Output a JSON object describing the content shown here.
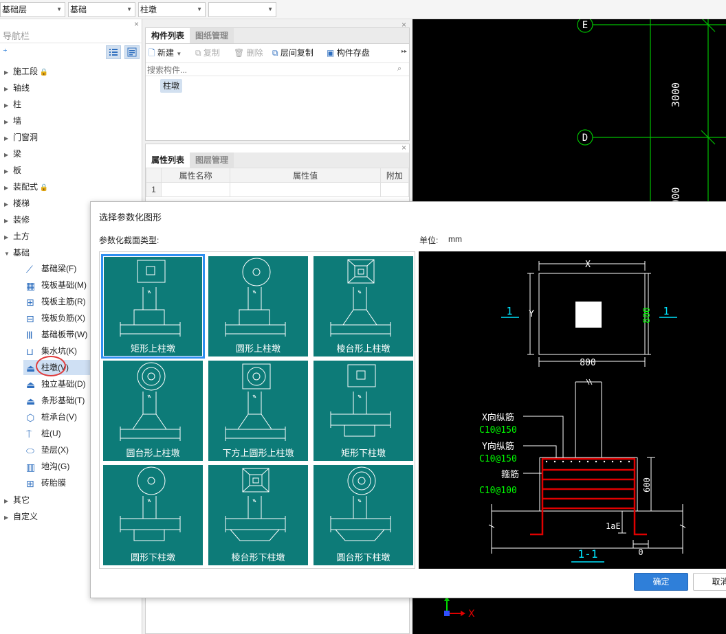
{
  "top_selects": [
    {
      "value": "基础层"
    },
    {
      "value": "基础"
    },
    {
      "value": "柱墩"
    },
    {
      "value": ""
    }
  ],
  "nav": {
    "title": "导航栏",
    "close": "×",
    "items": [
      {
        "label": "施工段",
        "locked": true
      },
      {
        "label": "轴线"
      },
      {
        "label": "柱"
      },
      {
        "label": "墙"
      },
      {
        "label": "门窗洞"
      },
      {
        "label": "梁"
      },
      {
        "label": "板"
      },
      {
        "label": "装配式",
        "locked": true
      },
      {
        "label": "楼梯"
      },
      {
        "label": "装修"
      },
      {
        "label": "土方"
      },
      {
        "label": "基础",
        "expanded": true
      }
    ],
    "foundation_children": [
      {
        "label": "基础梁(F)",
        "icon": "beam-icon"
      },
      {
        "label": "筏板基础(M)",
        "icon": "raft-icon"
      },
      {
        "label": "筏板主筋(R)",
        "icon": "raft-main-rebar-icon"
      },
      {
        "label": "筏板负筋(X)",
        "icon": "raft-neg-rebar-icon"
      },
      {
        "label": "基础板带(W)",
        "icon": "slab-strip-icon"
      },
      {
        "label": "集水坑(K)",
        "icon": "sump-icon"
      },
      {
        "label": "柱墩(V)",
        "icon": "pier-icon",
        "selected": true
      },
      {
        "label": "独立基础(D)",
        "icon": "isolated-footing-icon"
      },
      {
        "label": "条形基础(T)",
        "icon": "strip-footing-icon"
      },
      {
        "label": "桩承台(V)",
        "icon": "pile-cap-icon"
      },
      {
        "label": "桩(U)",
        "icon": "pile-icon"
      },
      {
        "label": "垫层(X)",
        "icon": "cushion-icon"
      },
      {
        "label": "地沟(G)",
        "icon": "trench-icon"
      },
      {
        "label": "砖胎膜",
        "icon": "brick-form-icon"
      }
    ],
    "tail_items": [
      {
        "label": "其它"
      },
      {
        "label": "自定义"
      }
    ]
  },
  "component_panel": {
    "tabs": [
      "构件列表",
      "图纸管理"
    ],
    "toolbar": {
      "new": "新建",
      "copy": "复制",
      "delete": "删除",
      "floor_copy": "层间复制",
      "save": "构件存盘",
      "more": "▸▸"
    },
    "search_placeholder": "搜索构件...",
    "items": [
      "柱墩"
    ]
  },
  "property_panel": {
    "tabs": [
      "属性列表",
      "图层管理"
    ],
    "headers": [
      "属性名称",
      "属性值",
      "附加"
    ],
    "rows": [
      [
        "1",
        "",
        "",
        ""
      ]
    ]
  },
  "cad": {
    "axis_labels": [
      "E",
      "D"
    ],
    "dimensions": [
      "3000",
      "000"
    ],
    "axis_x": "X",
    "axis_y": "Y"
  },
  "dialog": {
    "title": "选择参数化图形",
    "section_label": "参数化截面类型:",
    "unit_label": "单位:",
    "unit_value": "mm",
    "shapes": [
      {
        "label": "矩形上柱墩",
        "selected": true
      },
      {
        "label": "圆形上柱墩"
      },
      {
        "label": "棱台形上柱墩"
      },
      {
        "label": "圆台形上柱墩"
      },
      {
        "label": "下方上圆形上柱墩"
      },
      {
        "label": "矩形下柱墩"
      },
      {
        "label": "圆形下柱墩"
      },
      {
        "label": "棱台形下柱墩"
      },
      {
        "label": "圆台形下柱墩"
      }
    ],
    "preview": {
      "dim_x": "X",
      "dim_y": "Y",
      "dim_800_bottom": "800",
      "dim_800_right": "800",
      "section_mark_left": "1",
      "section_mark_right": "1",
      "x_rebar_label": "X向纵筋",
      "x_rebar_value": "C10@150",
      "y_rebar_label": "Y向纵筋",
      "y_rebar_value": "C10@150",
      "stirrup_label": "箍筋",
      "stirrup_value": "C10@100",
      "height_600": "600",
      "anchor_label": "1aE",
      "zero_label": "0",
      "section_title": "1-1"
    },
    "ok": "确定",
    "cancel": "取消"
  },
  "colors": {
    "card_bg": "#0d7b78",
    "selected_border": "#2f8ff0",
    "primary_button": "#2f7fd9",
    "cad_grid": "#00c000",
    "rebar_red": "#e00000",
    "dim_cyan": "#00e5ff"
  }
}
